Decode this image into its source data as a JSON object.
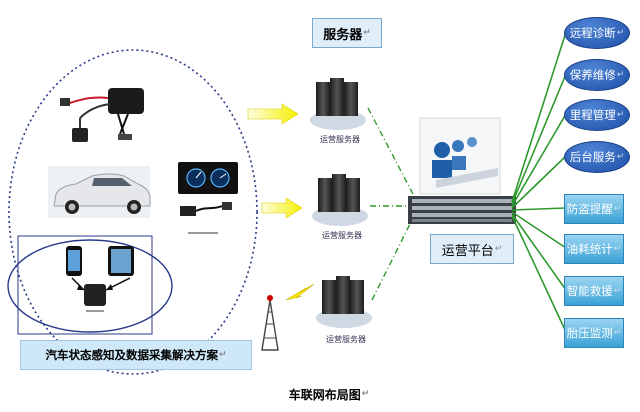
{
  "labels": {
    "server_title": "服务器",
    "platform_title": "运营平台",
    "solution_title": "汽车状态感知及数据采集解决方案",
    "caption": "车联网布局图",
    "server_label": "运营服务器",
    "paragraph_mark": "↵"
  },
  "services": [
    {
      "label": "远程诊断",
      "shape": "ellipse"
    },
    {
      "label": "保养维修",
      "shape": "ellipse"
    },
    {
      "label": "里程管理",
      "shape": "ellipse"
    },
    {
      "label": "后台服务",
      "shape": "ellipse"
    },
    {
      "label": "防盗提醒",
      "shape": "rect"
    },
    {
      "label": "油耗统计",
      "shape": "rect"
    },
    {
      "label": "智能救援",
      "shape": "rect"
    },
    {
      "label": "胎压监测",
      "shape": "rect"
    }
  ],
  "colors": {
    "service_ellipse": "#1f57b8",
    "service_rect": "#5bb7e6",
    "green_lines": "#2e9a2e",
    "yellow_arrows": "#ffff00",
    "dashed_ellipse": "#2a3a8a",
    "label_box_fill": "#dfeef9"
  },
  "icons": [
    "obd-device-icon",
    "car-icon",
    "dashboard-icon",
    "smartphone-icon",
    "tablet-icon",
    "server-stack-icon",
    "rack-server-icon",
    "call-center-icon",
    "cell-tower-icon",
    "lightning-icon"
  ]
}
